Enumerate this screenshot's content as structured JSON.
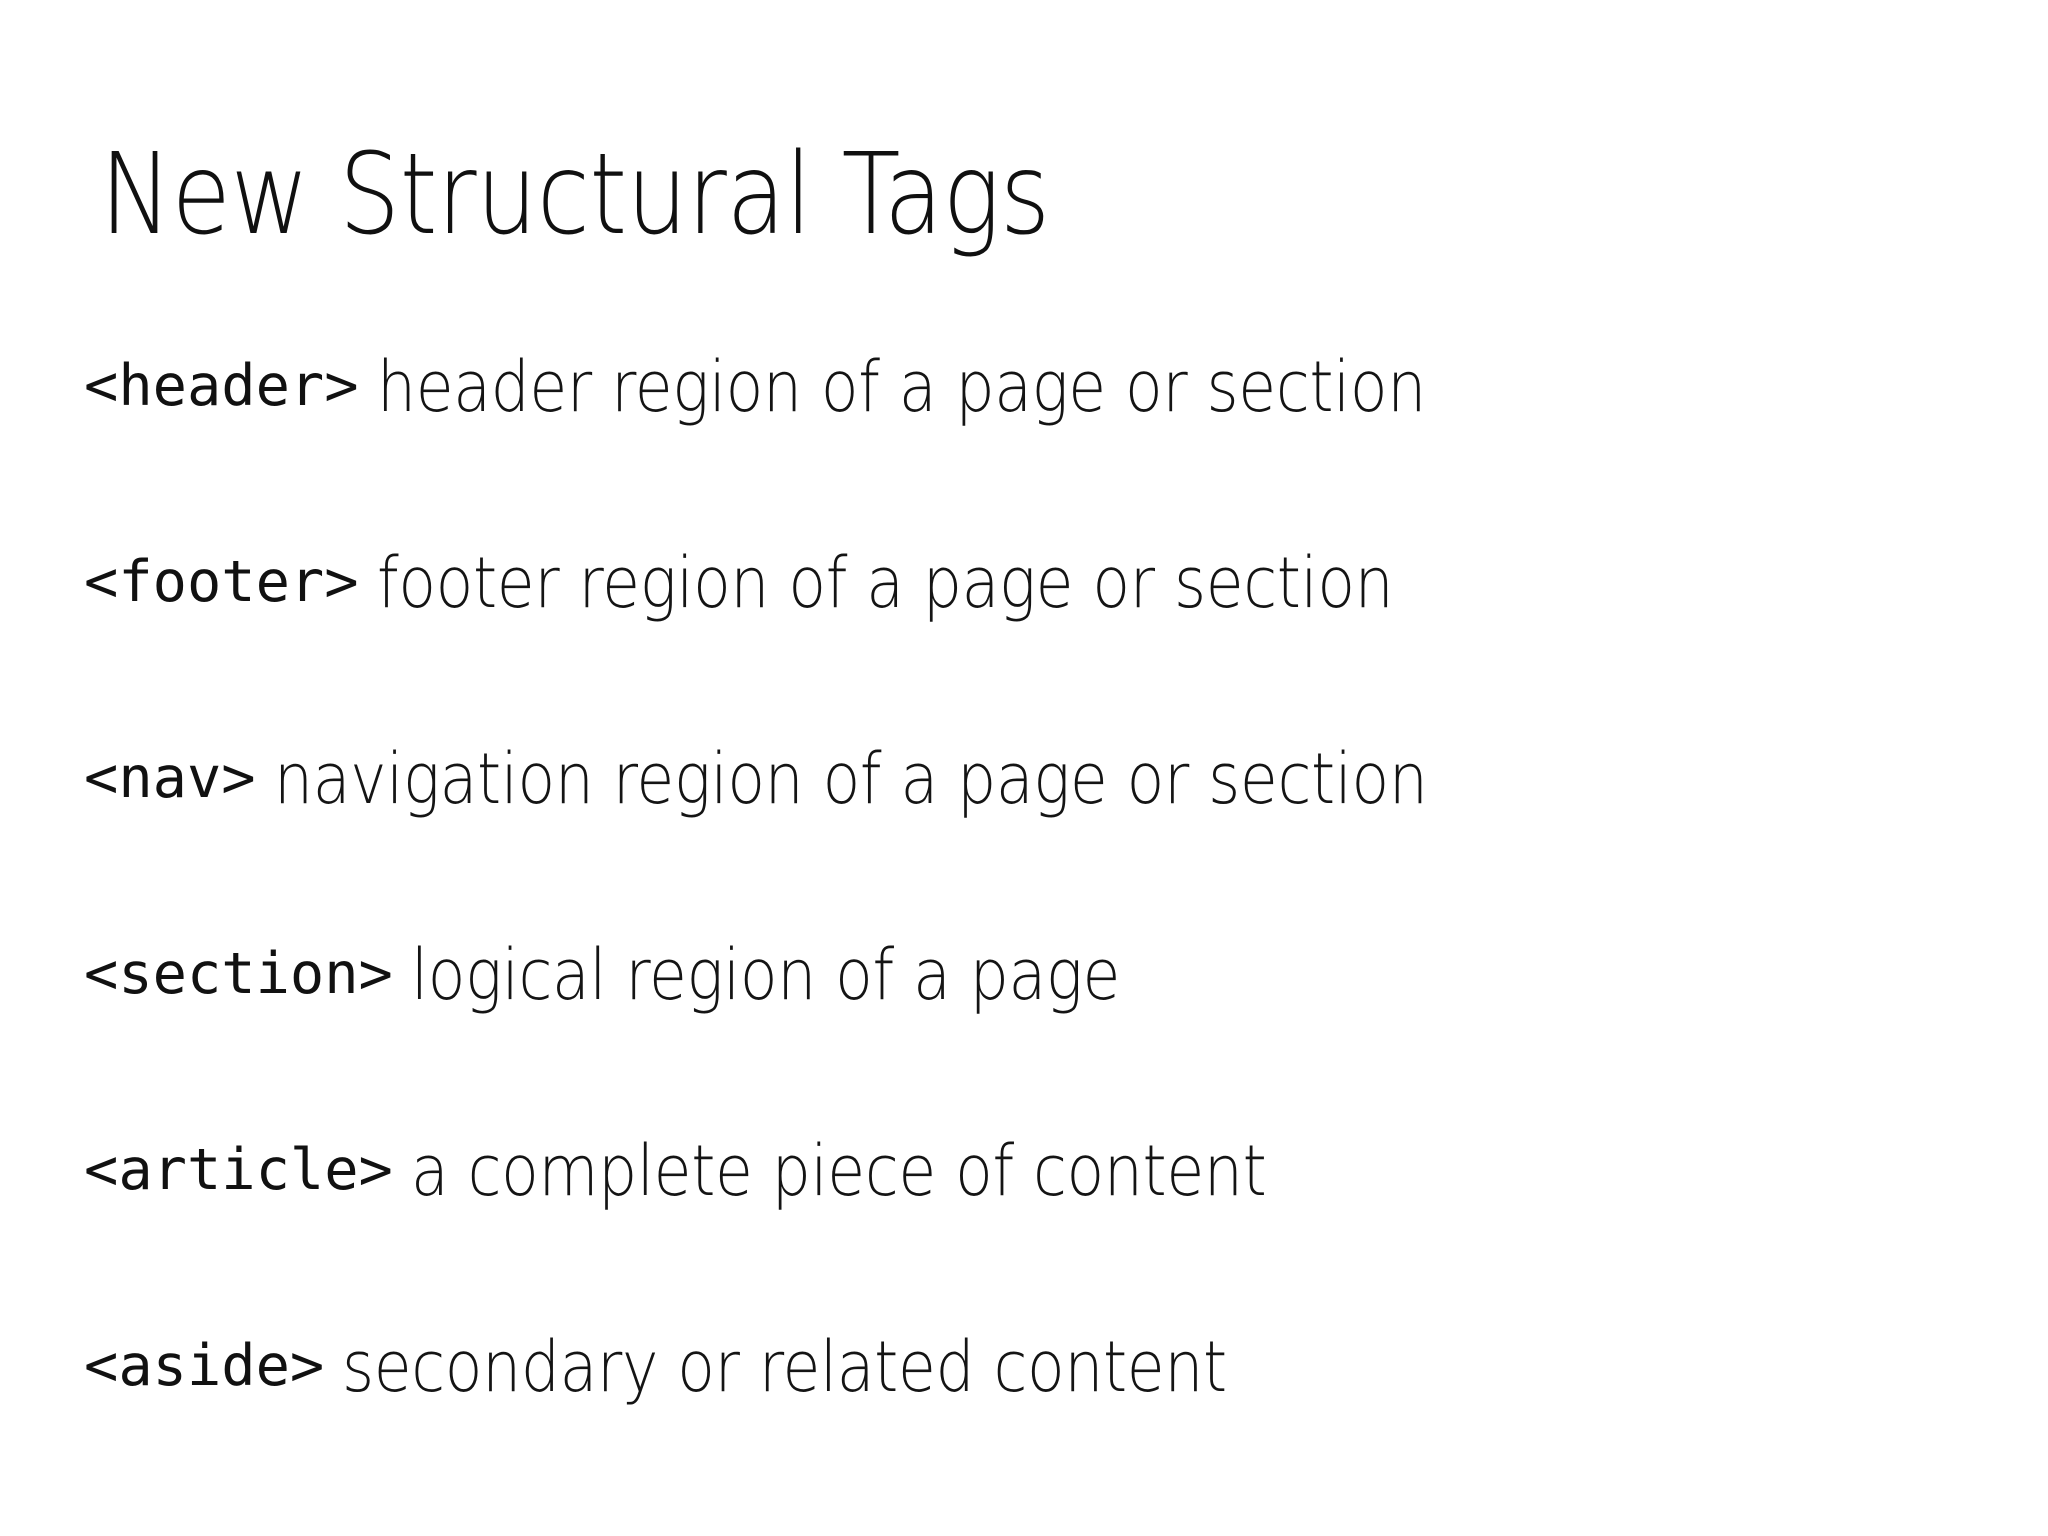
{
  "slide": {
    "title": "New Structural Tags",
    "background_color": "#ffffff",
    "text_color": "#111111"
  },
  "tags": [
    {
      "tag": "<header>",
      "description": "header region of a page or section"
    },
    {
      "tag": "<footer>",
      "description": "footer region of a page or section"
    },
    {
      "tag": "<nav>",
      "description": "navigation region of a page or section"
    },
    {
      "tag": "<section>",
      "description": "logical region of a page"
    },
    {
      "tag": "<article>",
      "description": "a complete piece of content"
    },
    {
      "tag": "<aside>",
      "description": "secondary or related content"
    }
  ]
}
